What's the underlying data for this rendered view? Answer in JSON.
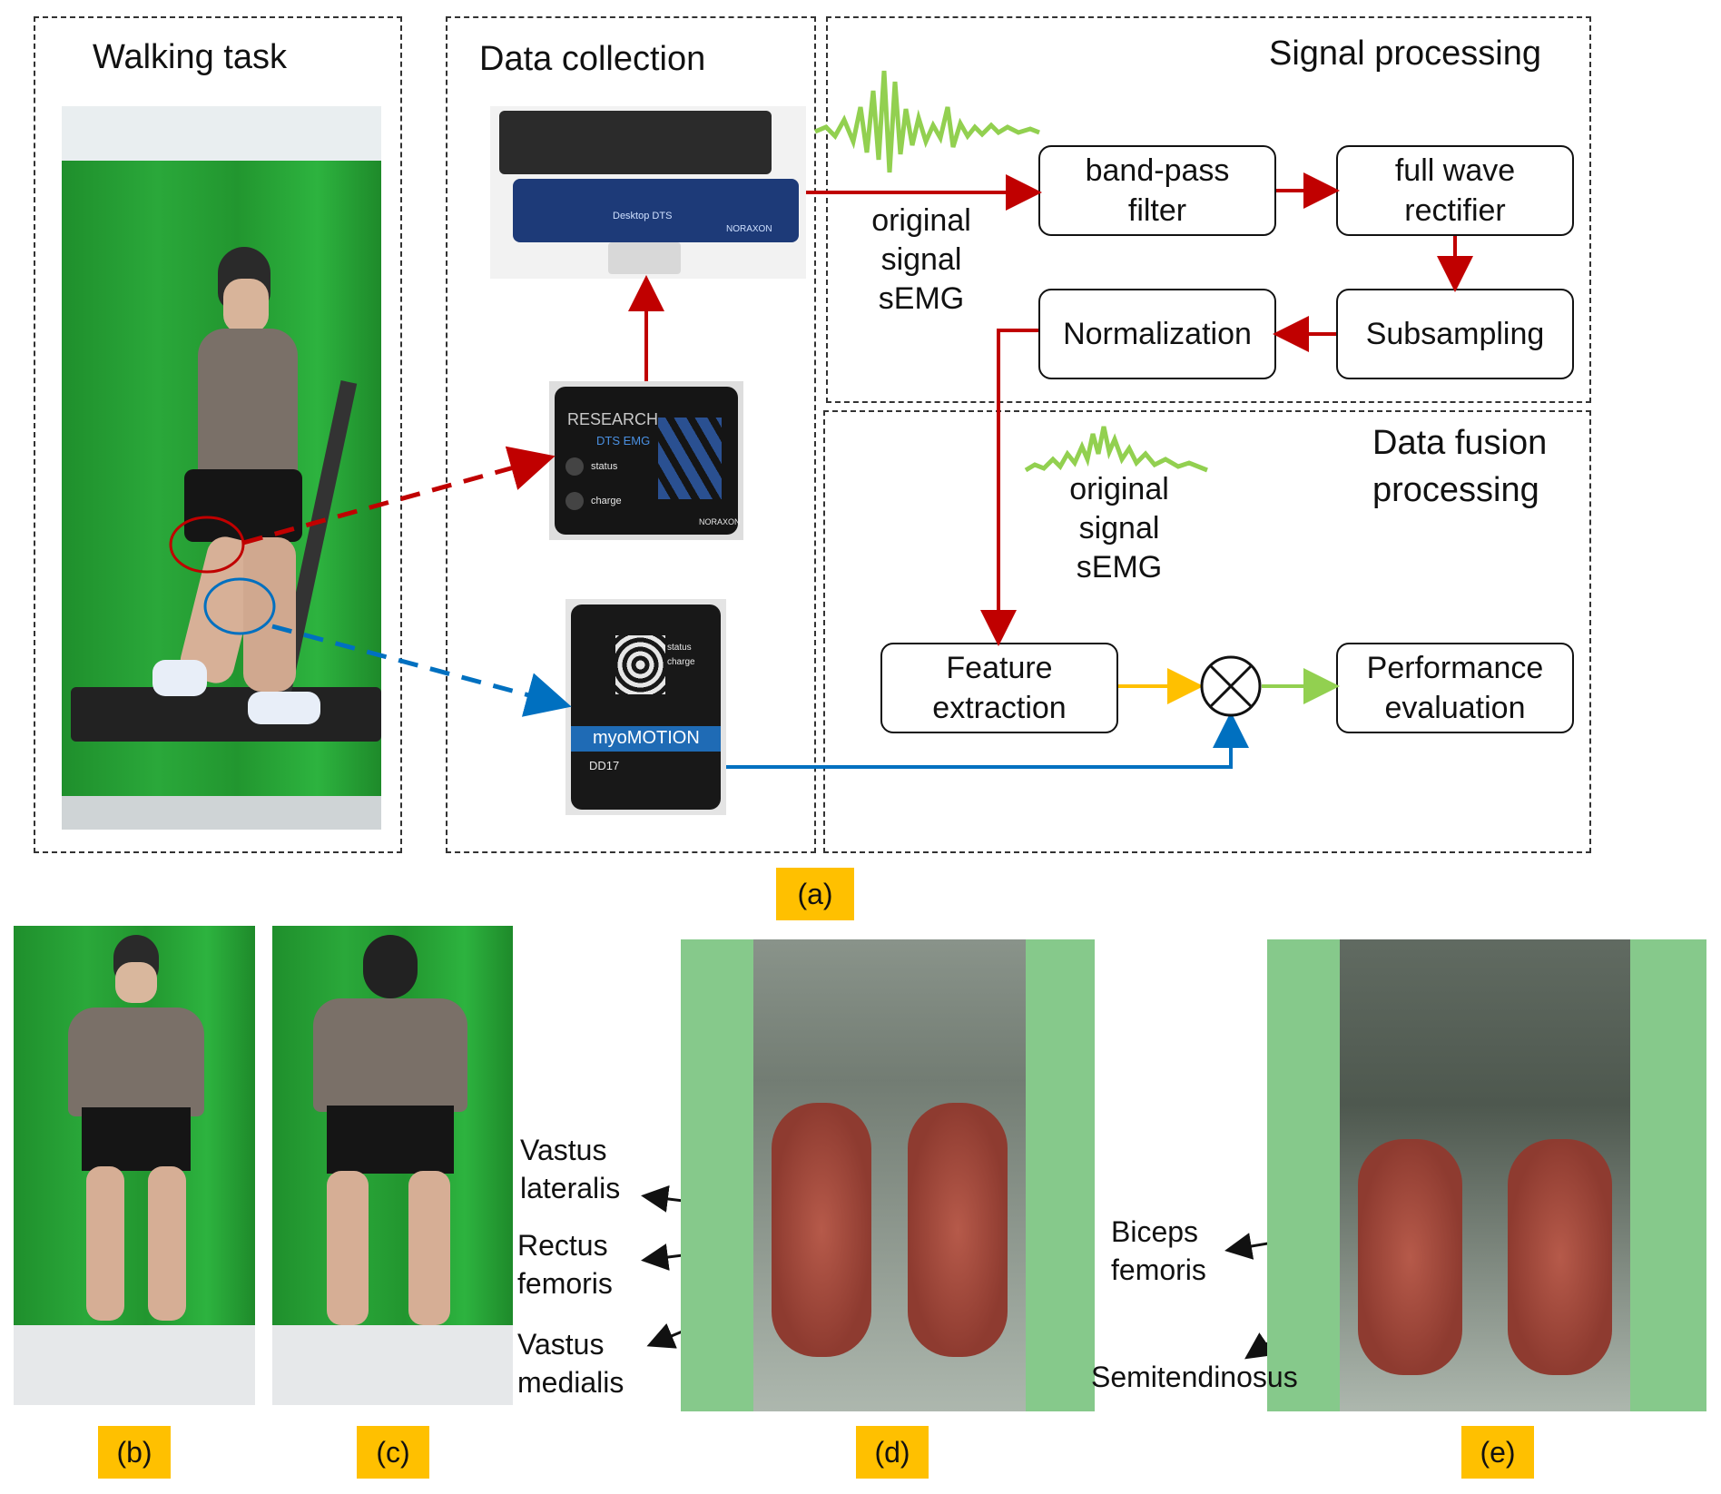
{
  "panels": {
    "walking": {
      "title": "Walking task"
    },
    "collection": {
      "title": "Data collection"
    },
    "signal": {
      "title": "Signal processing"
    },
    "fusion": {
      "title": "Data fusion\nprocessing"
    }
  },
  "devices": {
    "desktop": {
      "text": "Desktop DTS",
      "brand": "NORAXON"
    },
    "emg": {
      "line1": "RESEARCH",
      "line2": "DTS EMG",
      "btn1": "status",
      "btn2": "charge",
      "brand": "NORAXON"
    },
    "myomotion": {
      "brand": "myoMOTION",
      "model": "DD17",
      "btn1": "status",
      "btn2": "charge"
    }
  },
  "signal_label_top": "original\nsignal\nsEMG",
  "signal_label_fusion": "original\nsignal\nsEMG",
  "boxes": {
    "bandpass": "band-pass\nfilter",
    "rectifier": "full wave\nrectifier",
    "normalization": "Normalization",
    "subsampling": "Subsampling",
    "feature": "Feature\nextraction",
    "performance": "Performance\nevaluation"
  },
  "muscles": {
    "vastus_lateralis": "Vastus\nlateralis",
    "rectus_femoris": "Rectus\nfemoris",
    "vastus_medialis": "Vastus\nmedialis",
    "biceps_femoris": "Biceps\nfemoris",
    "semitendinosus": "Semitendinosus"
  },
  "tags": {
    "a": "(a)",
    "b": "(b)",
    "c": "(c)",
    "d": "(d)",
    "e": "(e)"
  },
  "colors": {
    "red": "#C00000",
    "blue": "#0070C0",
    "yellow": "#FFC000",
    "green": "#92D050",
    "tag_bg": "#FFC000"
  }
}
